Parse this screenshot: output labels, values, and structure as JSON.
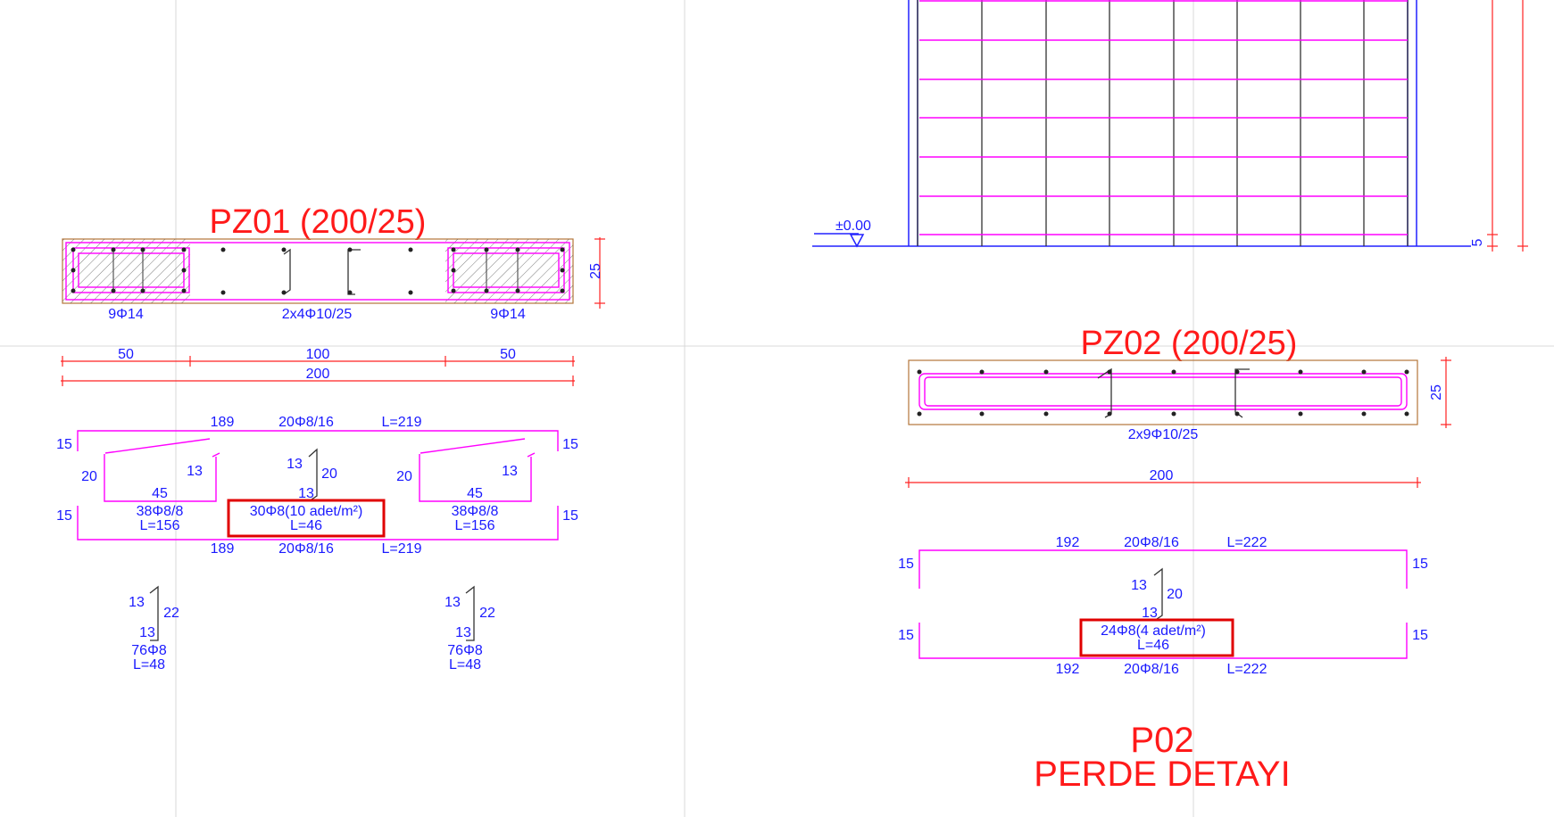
{
  "pz01": {
    "title": "PZ01 (200/25)",
    "bottom_left_label": "9Φ14",
    "bottom_mid_label": "2x4Φ10/25",
    "bottom_right_label": "9Φ14",
    "height_dim": "25",
    "dims": {
      "left": "50",
      "mid": "100",
      "right": "50",
      "total": "200"
    },
    "top_bar": {
      "length": "189",
      "spec": "20Φ8/16",
      "L": "L=219"
    },
    "bottom_bar": {
      "length": "189",
      "spec": "20Φ8/16",
      "L": "L=219"
    },
    "hook_left": "15",
    "hook_right": "15",
    "hook_left_bottom": "15",
    "hook_right_bottom": "15",
    "stirrup_left": {
      "side": "20",
      "hook": "13",
      "width": "45",
      "spec": "38Φ8/8",
      "L": "L=156"
    },
    "stirrup_right": {
      "side": "20",
      "hook": "13",
      "width": "45",
      "spec": "38Φ8/8",
      "L": "L=156"
    },
    "tie_center": {
      "top": "13",
      "side": "20",
      "bottom": "13"
    },
    "tie_box": {
      "spec": "30Φ8(10 adet/m²)",
      "L": "L=46"
    },
    "ties_small_left": {
      "top": "13",
      "side": "22",
      "bottom": "13",
      "spec": "76Φ8",
      "L": "L=48"
    },
    "ties_small_right": {
      "top": "13",
      "side": "22",
      "bottom": "13",
      "spec": "76Φ8",
      "L": "L=48"
    }
  },
  "pz02": {
    "title": "PZ02 (200/25)",
    "bottom_label": "2x9Φ10/25",
    "height_dim": "25",
    "total_dim": "200",
    "top_bar": {
      "length": "192",
      "spec": "20Φ8/16",
      "L": "L=222"
    },
    "bottom_bar": {
      "length": "192",
      "spec": "20Φ8/16",
      "L": "L=222"
    },
    "hook_left": "15",
    "hook_right": "15",
    "hook_left_bottom": "15",
    "hook_right_bottom": "15",
    "tie_center": {
      "top": "13",
      "side": "20",
      "bottom": "13"
    },
    "tie_box": {
      "spec": "24Φ8(4 adet/m²)",
      "L": "L=46"
    }
  },
  "elevation": {
    "level": "±0.00",
    "dim": "5"
  },
  "footer": {
    "line1": "P02",
    "line2": "PERDE DETAYI"
  },
  "colors": {
    "text": "#1a1aff",
    "title": "#ff1a1a",
    "rebar": "#ff00ff",
    "dimension": "#ff2222",
    "wall": "#2222ff",
    "outline": "#b3763a"
  }
}
